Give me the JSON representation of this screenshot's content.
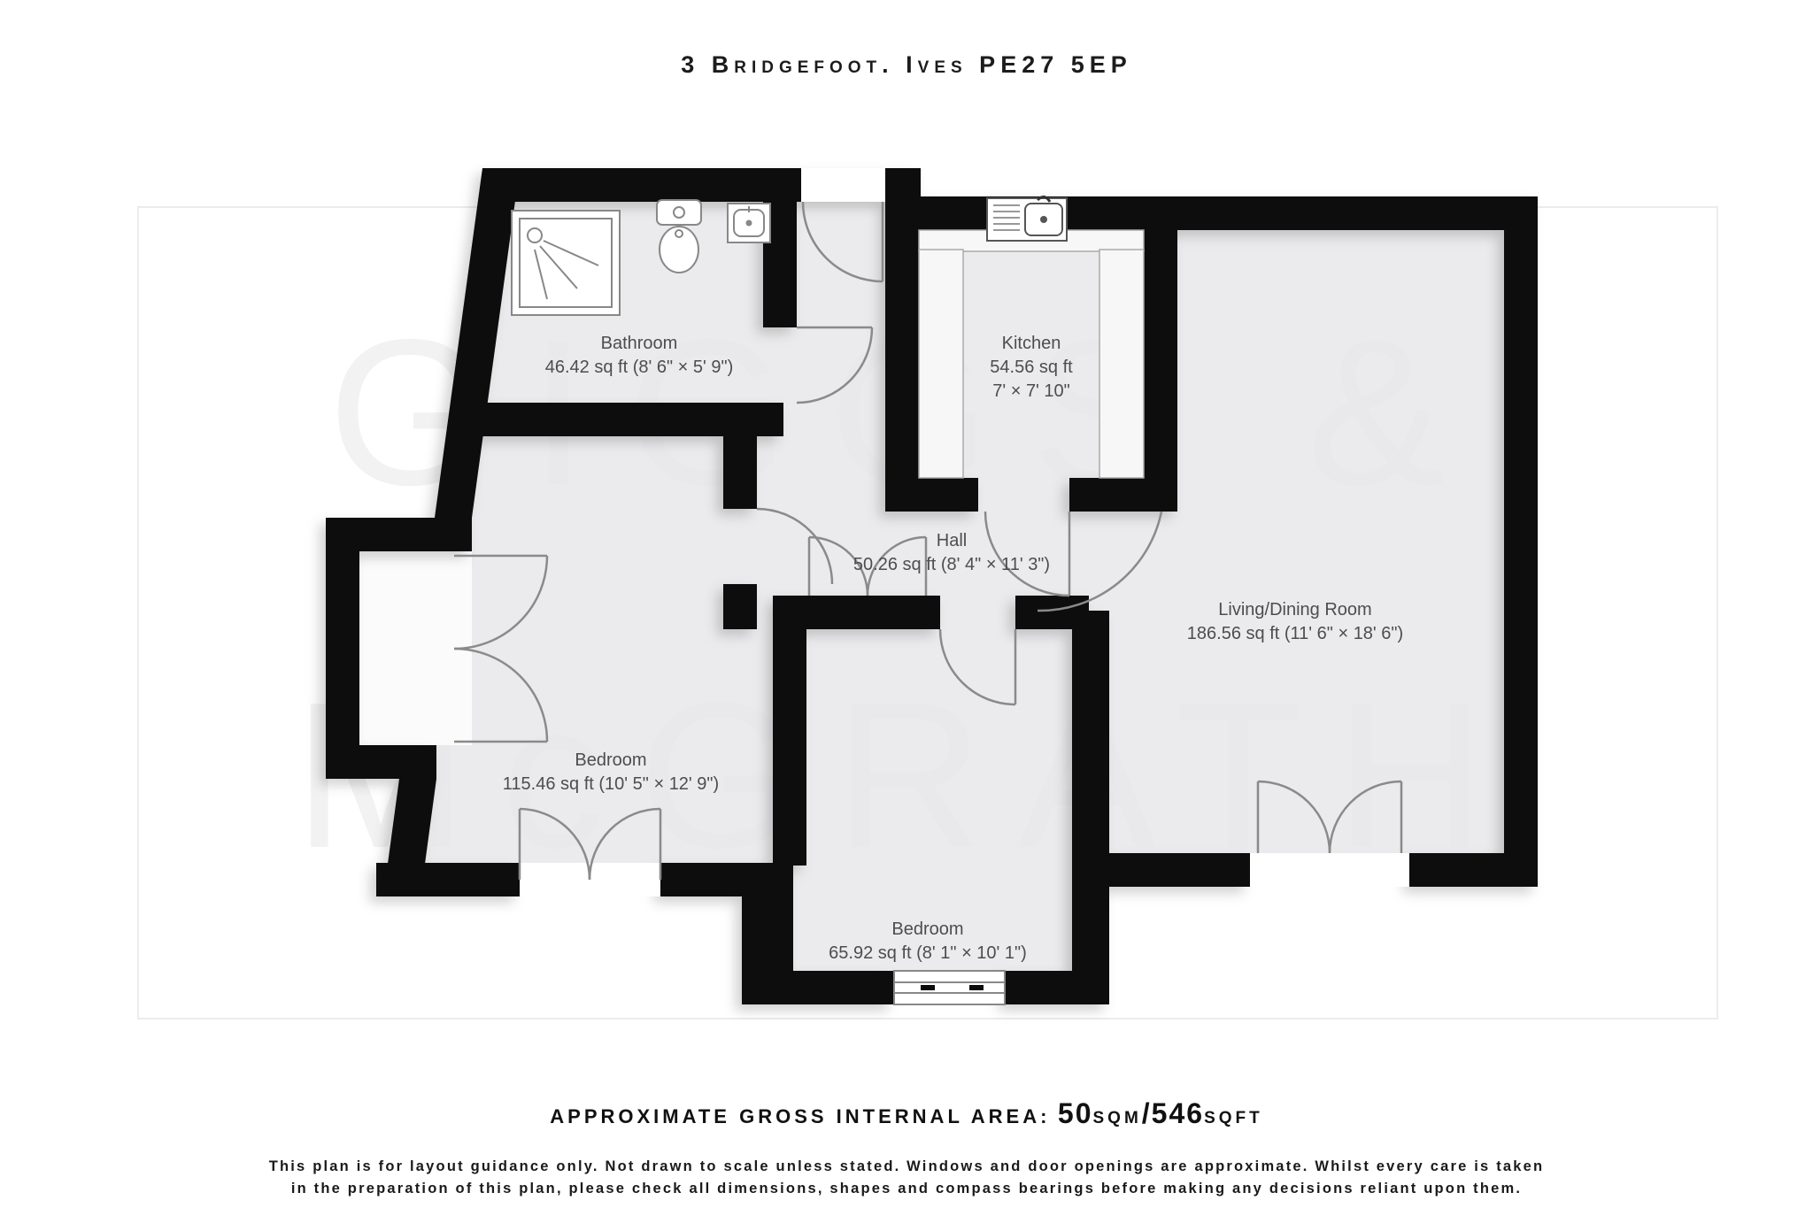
{
  "title": "3 Bridgefoot. Ives PE27 5EP",
  "watermark": {
    "line1": "GIGGS &",
    "line2": "McGRATH"
  },
  "rooms": {
    "bathroom": {
      "name": "Bathroom",
      "area": "46.42 sq ft (8' 6\" × 5' 9\")"
    },
    "kitchen": {
      "name": "Kitchen",
      "area": "54.56 sq ft",
      "dims": "7' × 7' 10\""
    },
    "hall": {
      "name": "Hall",
      "area": "50.26 sq ft (8' 4\" × 11' 3\")"
    },
    "living": {
      "name": "Living/Dining Room",
      "area": "186.56 sq ft (11' 6\" × 18' 6\")"
    },
    "bedroom1": {
      "name": "Bedroom",
      "area": "115.46 sq ft (10' 5\" × 12' 9\")"
    },
    "bedroom2": {
      "name": "Bedroom",
      "area": "65.92 sq ft (8' 1\" × 10' 1\")"
    }
  },
  "fixtures": [
    "shower",
    "toilet",
    "basin",
    "kitchen-sink",
    "window",
    "french-doors"
  ],
  "colors": {
    "wall": "#0b0b0b",
    "floor": "#e8e8ea",
    "label": "#4d4d4d",
    "arc": "#8a8a8a"
  },
  "footer": {
    "area_label": "APPROXIMATE GROSS INTERNAL AREA:",
    "area_sqm": "50",
    "area_sqm_unit": "SQM",
    "area_sep": "/",
    "area_sqft": "546",
    "area_sqft_unit": "SQFT",
    "disclaimer_line1": "This plan is for layout guidance only. Not drawn to scale unless stated. Windows and door openings are approximate. Whilst every care is taken",
    "disclaimer_line2": "in the preparation of this plan, please check all dimensions, shapes and compass bearings before making any decisions reliant upon them."
  }
}
